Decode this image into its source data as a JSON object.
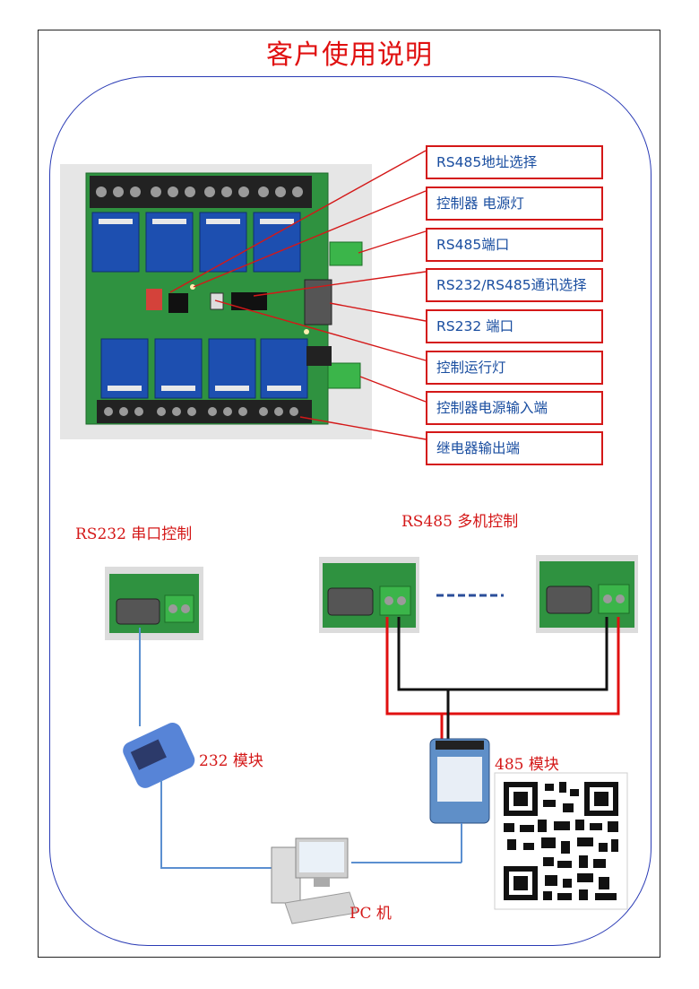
{
  "title": "客户使用说明",
  "callouts": [
    "RS485地址选择",
    "控制器 电源灯",
    "RS485端口",
    "RS232/RS485通讯选择",
    "RS232 端口",
    "控制运行灯",
    "控制器电源输入端",
    "继电器输出端"
  ],
  "sections": {
    "rs232": "RS232 串口控制",
    "rs485": "RS485 多机控制"
  },
  "modules": {
    "m232": "232 模块",
    "m485": "485 模块",
    "pc": "PC 机"
  },
  "dots": "------",
  "colors": {
    "accent": "#d41818",
    "label_text": "#1a4ea0",
    "board": "#2e8b3c",
    "relay": "#1d4fb0"
  }
}
